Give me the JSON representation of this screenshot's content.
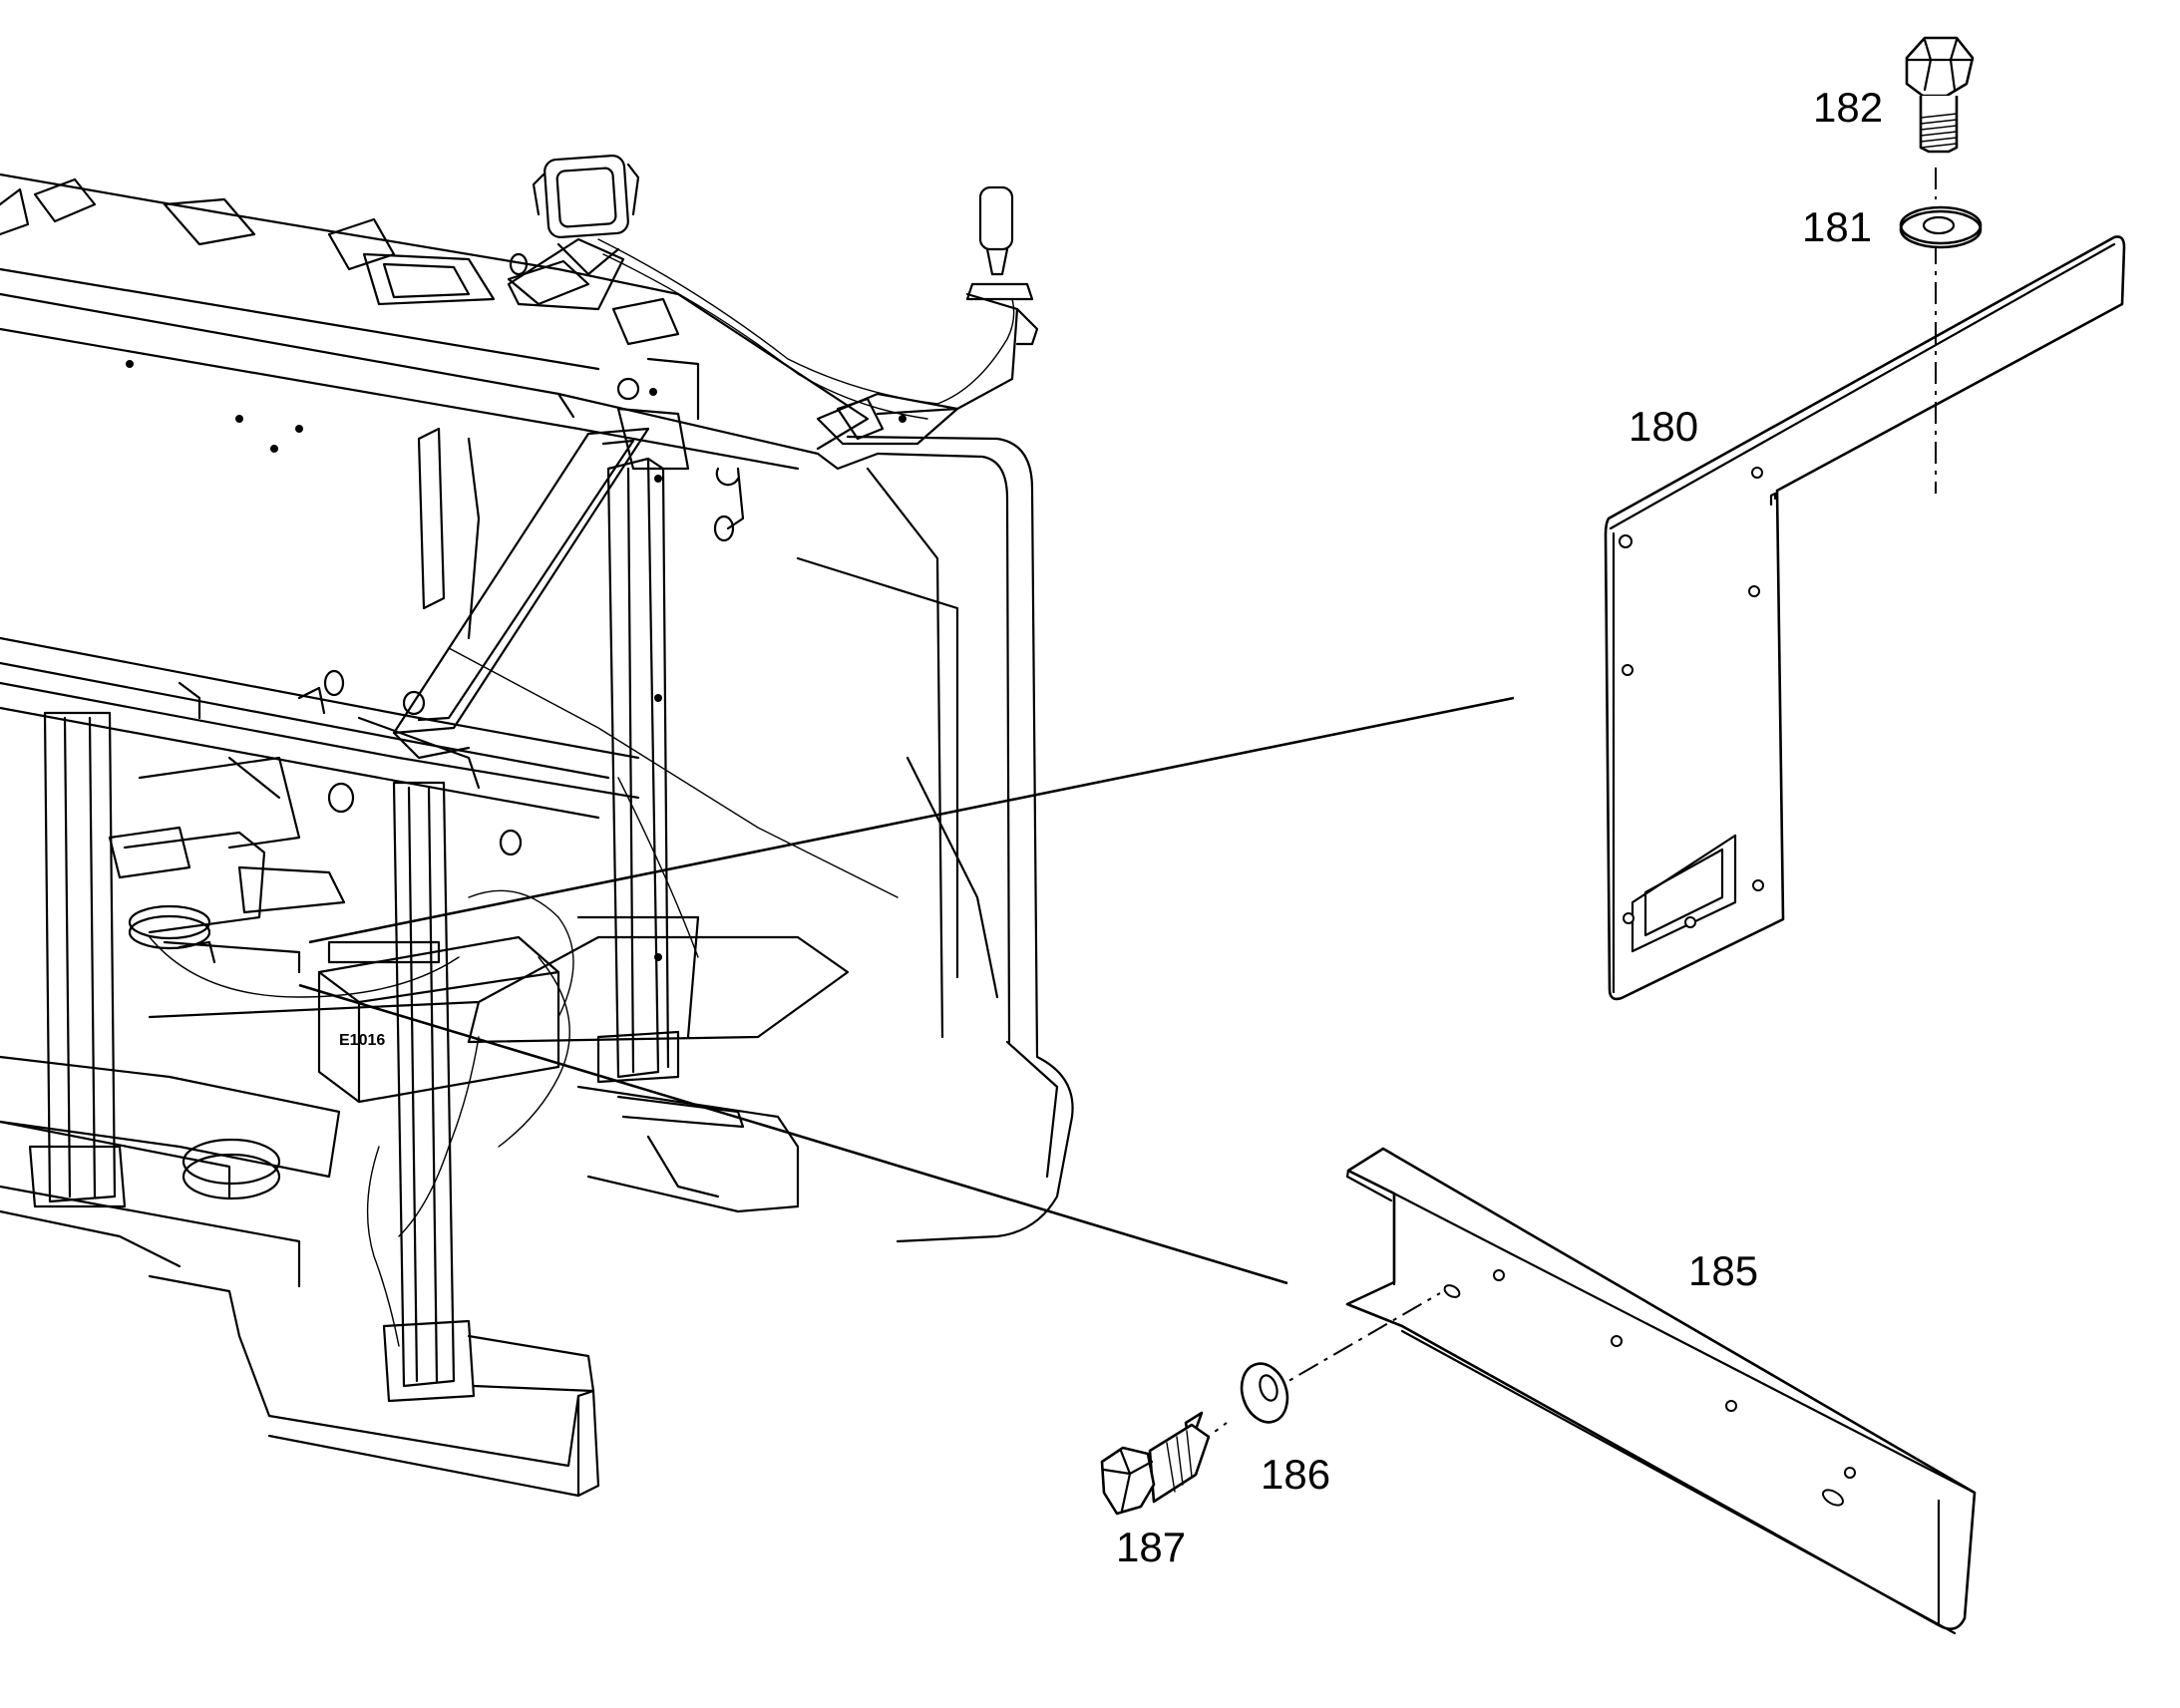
{
  "callouts": {
    "c180": "180",
    "c181": "181",
    "c182": "182",
    "c185": "185",
    "c186": "186",
    "c187": "187"
  },
  "assembly": {
    "panel_tag": "E1016"
  }
}
